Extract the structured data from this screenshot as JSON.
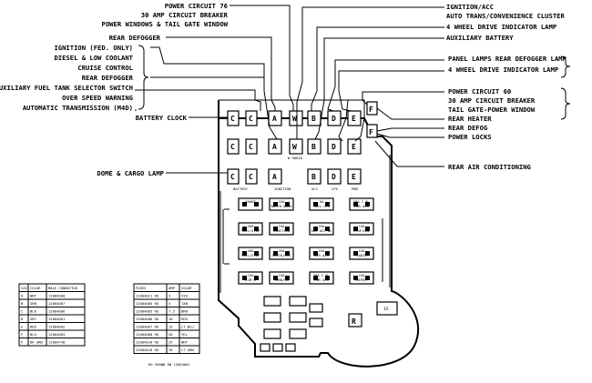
{
  "labels_top_left": {
    "power_circuit_76": "POWER CIRCUIT 76",
    "cb_30_amp": "30 AMP CIRCUIT BREAKER",
    "power_windows": "POWER WINDOWS & TAIL GATE WINDOW",
    "rear_defogger": "REAR DEFOGGER",
    "ignition_fed": "IGNITION (FED. ONLY)",
    "diesel_low_coolant": "DIESEL & LOW COOLANT",
    "cruise_control": "CRUISE CONTROL",
    "rear_defogger_2": "REAR DEFOGGER",
    "aux_fuel": "AUXILIARY FUEL TANK SELECTOR SWITCH",
    "over_speed": "OVER SPEED WARNING",
    "auto_trans": "AUTOMATIC TRANSMISSION (M4D)",
    "battery_clock": "BATTERY CLOCK",
    "dome_cargo": "DOME & CARGO LAMP"
  },
  "labels_top_right": {
    "ignition_acc": "IGNITION/ACC",
    "auto_trans_cluster": "AUTO TRANS/CONVENIENCE CLUSTER",
    "four_wd_lamp": "4 WHEEL DRIVE INDICATOR LAMP",
    "aux_battery": "AUXILIARY BATTERY"
  },
  "labels_mid_right": {
    "panel_lamps": "PANEL LAMPS REAR DEFOGGER LAMP",
    "four_wd_lamp_2": "4 WHEEL DRIVE INDICATOR LAMP"
  },
  "labels_lower_right": {
    "power_circuit_60": "POWER CIRCUIT 60",
    "cb_30_amp_2": "30 AMP CIRCUIT BREAKER",
    "tail_gate": "TAIL GATE-POWER WINDOW",
    "rear_heater": "REAR HEATER",
    "rear_defog": "REAR DEFOG",
    "power_locks": "POWER LOCKS",
    "rear_ac": "REAR AIR CONDITIONING"
  },
  "connectors": {
    "row1": [
      "C",
      "C",
      "A",
      "W",
      "B",
      "D",
      "E"
    ],
    "row2": [
      "C",
      "C",
      "A",
      "W",
      "B",
      "D",
      "E"
    ],
    "row3": [
      "C",
      "C",
      "A",
      "B",
      "D",
      "E"
    ],
    "right": [
      "F",
      "F"
    ]
  },
  "block_texts": {
    "battery": "BATTERY",
    "ignition": "IGNITION",
    "acc": "ACC",
    "lps": "LPS",
    "pwr": "PWR",
    "radio": "W RADIO",
    "fuse_labels": [
      "SHUNT",
      "15A\nWIPER WASH",
      "5A\nTAIL LPS",
      "20A C.B.\nPWR ACC",
      "20A\nTAIL/STOP",
      "15A\nIGNITION",
      "25A\nAIR ACC AC",
      "15A\nSTOP/HAZ",
      "20A\nTAIL/STOP",
      "25A\nCLOCK/CIG",
      "15A\nAIR A/C",
      "15A\nRADIO",
      "15A\nECM B",
      "15A\nTURN/BU",
      "20A C.B.\nPWR ACC",
      "15A\nWIPER"
    ],
    "relay_r": "R",
    "relay_15": "15"
  },
  "legend_left": {
    "headers": [
      "CAV",
      "COLOR",
      "MALE CONNECTOR"
    ],
    "rows": [
      [
        "A",
        "WHT",
        "12004000"
      ],
      [
        "B",
        "GRN",
        "12004007"
      ],
      [
        "C",
        "BLK",
        "12004006"
      ],
      [
        "D",
        "GRY",
        "12004001"
      ],
      [
        "E",
        "RED",
        "12004002"
      ],
      [
        "F",
        "BLU",
        "12004003"
      ],
      [
        "F",
        "DK GRN",
        "12004740"
      ]
    ]
  },
  "legend_right": {
    "headers": [
      "FUSES",
      "AMP",
      "COLOR"
    ],
    "rows": [
      [
        "12004011 RO",
        "3",
        "VIO"
      ],
      [
        "12004005 RO",
        "5",
        "TAN"
      ],
      [
        "12004005 RO",
        "7.5",
        "BRN"
      ],
      [
        "12004006 RO",
        "10",
        "RED"
      ],
      [
        "12004007 RO",
        "15",
        "LT BLU"
      ],
      [
        "12004008 RO",
        "20",
        "YEL"
      ],
      [
        "12004010 RO",
        "25",
        "WHT"
      ],
      [
        "12004018 RO",
        "30",
        "LT GRN"
      ]
    ],
    "footnote": "RO SHOWN ON 12004001"
  }
}
